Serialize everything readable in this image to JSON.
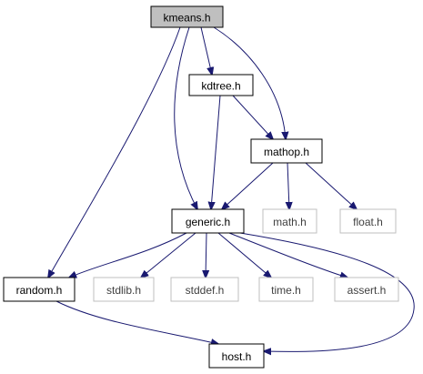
{
  "colors": {
    "edge": "#191970",
    "node_border": "#000000",
    "node_border_external": "#bfbfbf",
    "node_fill": "#ffffff",
    "root_fill": "#bfbfbf",
    "text": "#000000",
    "text_external": "#404040"
  },
  "nodes": [
    {
      "id": "kmeans",
      "label": "kmeans.h",
      "kind": "root"
    },
    {
      "id": "kdtree",
      "label": "kdtree.h",
      "kind": "internal"
    },
    {
      "id": "mathop",
      "label": "mathop.h",
      "kind": "internal"
    },
    {
      "id": "generic",
      "label": "generic.h",
      "kind": "internal"
    },
    {
      "id": "math",
      "label": "math.h",
      "kind": "external"
    },
    {
      "id": "float",
      "label": "float.h",
      "kind": "external"
    },
    {
      "id": "random",
      "label": "random.h",
      "kind": "internal"
    },
    {
      "id": "stdlib",
      "label": "stdlib.h",
      "kind": "external"
    },
    {
      "id": "stddef",
      "label": "stddef.h",
      "kind": "external"
    },
    {
      "id": "time",
      "label": "time.h",
      "kind": "external"
    },
    {
      "id": "assert",
      "label": "assert.h",
      "kind": "external"
    },
    {
      "id": "host",
      "label": "host.h",
      "kind": "internal"
    }
  ],
  "edges": [
    {
      "from": "kmeans",
      "to": "kdtree"
    },
    {
      "from": "kmeans",
      "to": "mathop"
    },
    {
      "from": "kmeans",
      "to": "generic"
    },
    {
      "from": "kmeans",
      "to": "random"
    },
    {
      "from": "kdtree",
      "to": "mathop"
    },
    {
      "from": "kdtree",
      "to": "generic"
    },
    {
      "from": "mathop",
      "to": "generic"
    },
    {
      "from": "mathop",
      "to": "math"
    },
    {
      "from": "mathop",
      "to": "float"
    },
    {
      "from": "generic",
      "to": "random"
    },
    {
      "from": "generic",
      "to": "stdlib"
    },
    {
      "from": "generic",
      "to": "stddef"
    },
    {
      "from": "generic",
      "to": "time"
    },
    {
      "from": "generic",
      "to": "assert"
    },
    {
      "from": "generic",
      "to": "host"
    },
    {
      "from": "random",
      "to": "host"
    }
  ]
}
